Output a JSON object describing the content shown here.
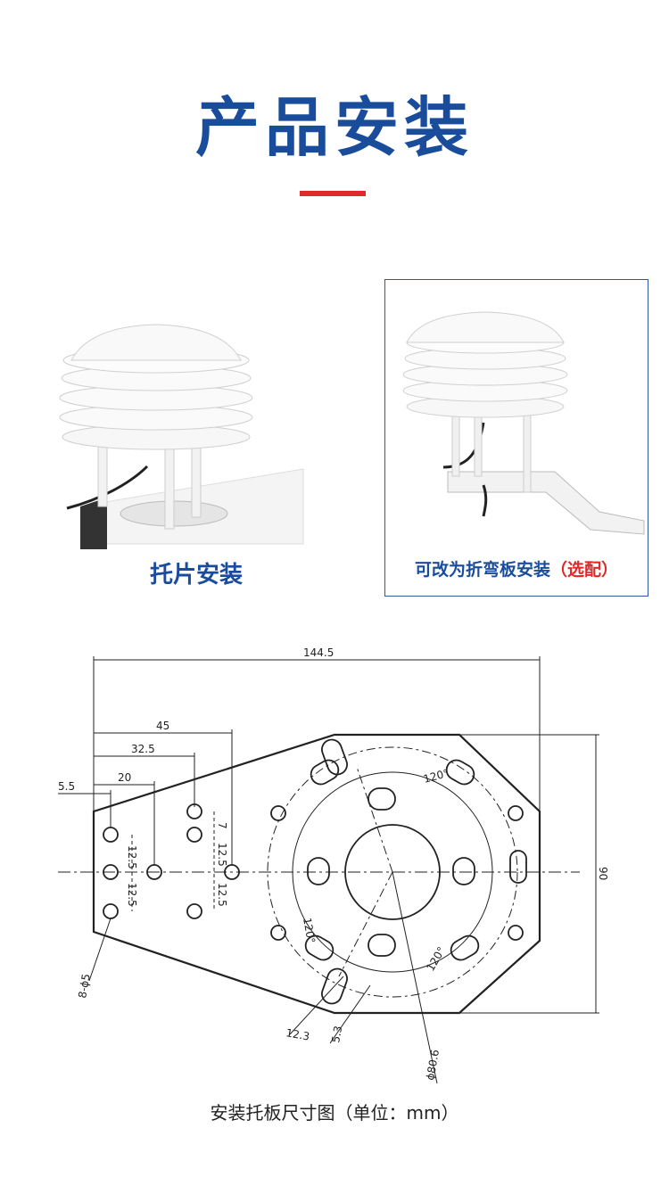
{
  "header": {
    "title": "产品安装"
  },
  "accent_colors": {
    "title_blue": "#1a4c9c",
    "bar_red": "#e02a2a"
  },
  "photos": {
    "left_caption": "托片安装",
    "right_caption_main": "可改为折弯板安装",
    "right_caption_option": "（选配）"
  },
  "drawing": {
    "dims": {
      "overall_width": "144.5",
      "d45": "45",
      "d32_5": "32.5",
      "d20": "20",
      "d5_5": "5.5",
      "d7": "7",
      "d12_5_a": "12.5",
      "d12_5_b": "12.5",
      "d12_5_c": "12.5",
      "d12_5_d": "12.5",
      "height": "90",
      "holes": "8-ϕ5",
      "d12_3": "12.3",
      "d5_3": "5.3",
      "diameter": "ϕ80.6",
      "angle1": "120°",
      "angle2": "120°",
      "angle3": "120°"
    },
    "caption": "安装托板尺寸图（单位：mm）"
  }
}
